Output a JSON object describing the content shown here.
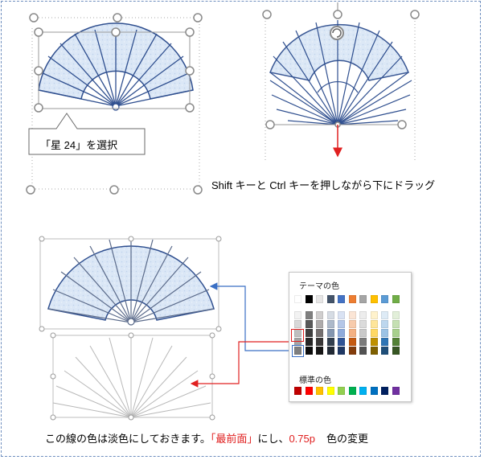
{
  "callout": {
    "text": "「星 24」を選択"
  },
  "step2_caption": "Shift キーと Ctrl キーを押しながら下にドラッグ",
  "bottom_caption": {
    "part1": "この線の色は淡色にしておきます。",
    "part2": "「最前面」",
    "part3": "にし、",
    "part4": "0.75p",
    "part5": "色の変更"
  },
  "palette": {
    "theme_label": "テーマの色",
    "standard_label": "標準の色",
    "theme_top": [
      "#ffffff",
      "#000000",
      "#e7e6e6",
      "#44546a",
      "#4472c4",
      "#ed7d31",
      "#a5a5a5",
      "#ffc000",
      "#5b9bd5",
      "#70ad47"
    ],
    "theme_shades": [
      [
        "#f2f2f2",
        "#7f7f7f",
        "#d0cece",
        "#d6dce4",
        "#d9e2f3",
        "#fbe5d5",
        "#ededed",
        "#fff2cc",
        "#deebf6",
        "#e2efd9"
      ],
      [
        "#d8d8d8",
        "#595959",
        "#aeabab",
        "#adb9ca",
        "#b4c6e7",
        "#f7cbac",
        "#dbdbdb",
        "#fee599",
        "#bdd7ee",
        "#c5e0b3"
      ],
      [
        "#bfbfbf",
        "#3f3f3f",
        "#757070",
        "#8496b0",
        "#8eaadb",
        "#f4b183",
        "#c9c9c9",
        "#ffd965",
        "#9cc3e5",
        "#a8d08d"
      ],
      [
        "#a5a5a5",
        "#262626",
        "#3a3838",
        "#323f4f",
        "#2f5496",
        "#c55a11",
        "#7b7b7b",
        "#bf9000",
        "#2e75b5",
        "#538135"
      ],
      [
        "#7f7f7f",
        "#0c0c0c",
        "#171616",
        "#222a35",
        "#1f3864",
        "#833c0b",
        "#525252",
        "#7f6000",
        "#1e4e79",
        "#375623"
      ]
    ],
    "standard": [
      "#c00000",
      "#ff0000",
      "#ffc000",
      "#ffff00",
      "#92d050",
      "#00b050",
      "#00b0f0",
      "#0070c0",
      "#002060",
      "#7030a0"
    ]
  }
}
